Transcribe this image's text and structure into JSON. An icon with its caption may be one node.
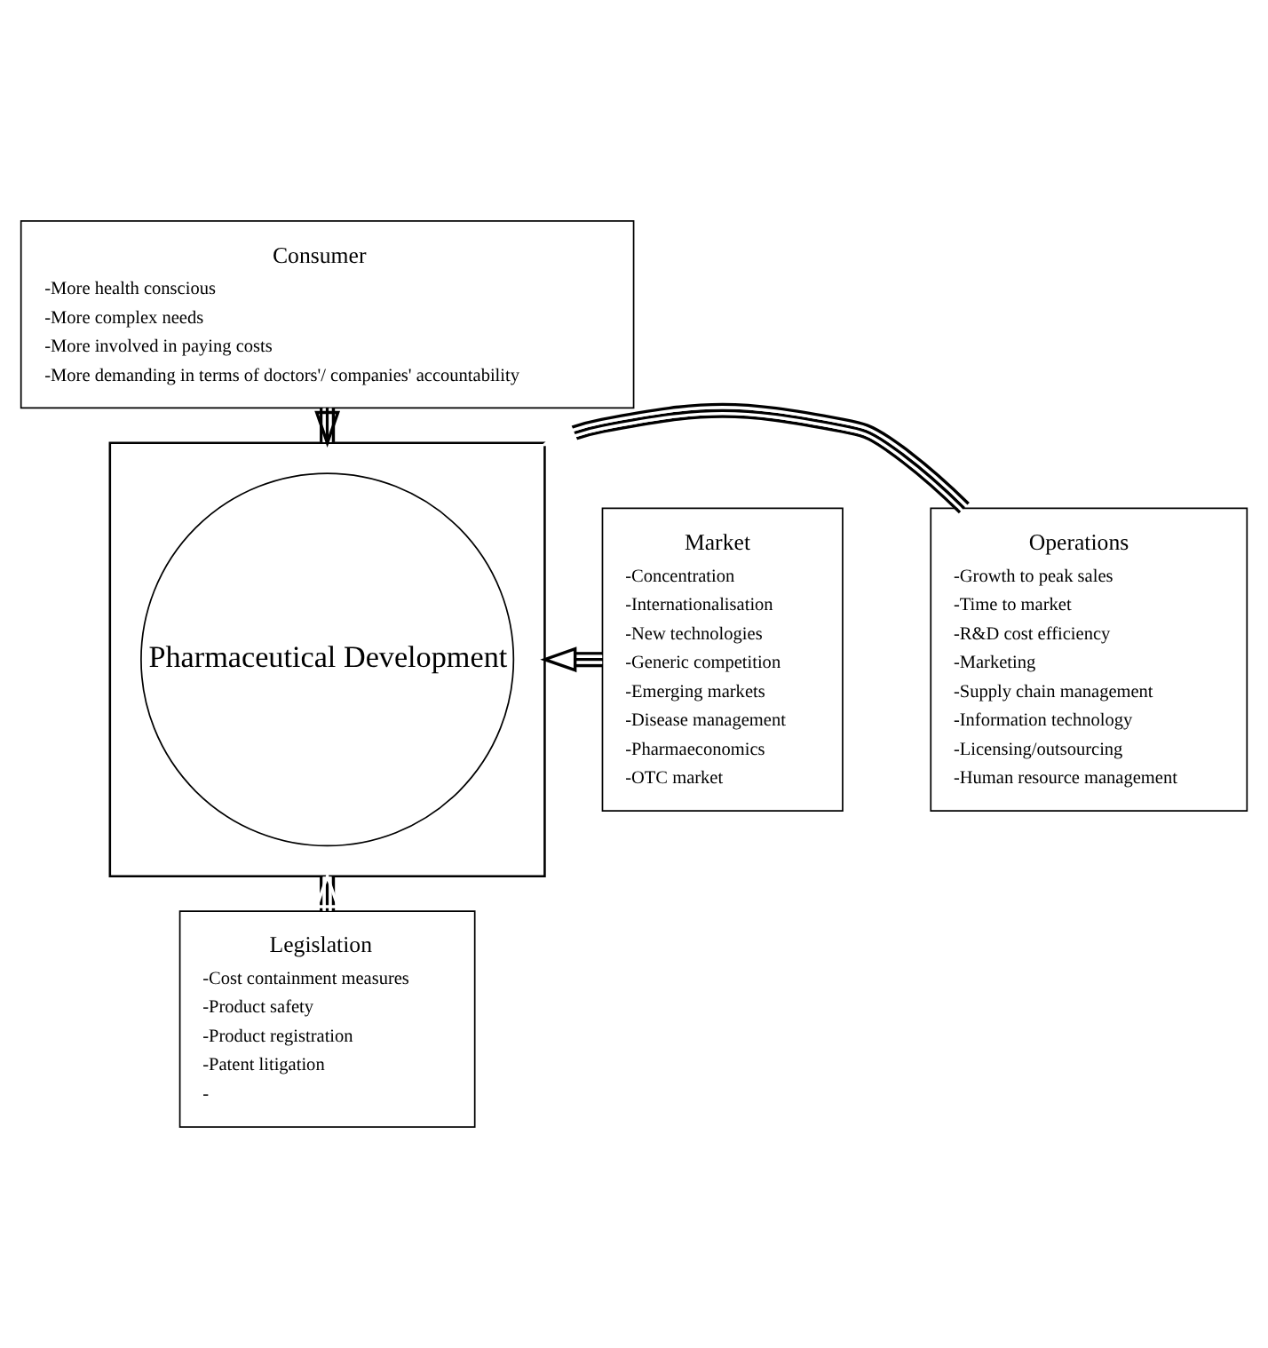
{
  "diagram": {
    "nodes": [
      {
        "text": [],
        "shape": "box"
      },
      {
        "text": [
          "Pharmaceutical Development"
        ],
        "in": 0
      },
      {
        "text": [
          "Consumer",
          "-More health conscious",
          "-More complex needs",
          "-More involved in paying costs",
          "-More demanding in terms of doctors'/ companies' accountability"
        ]
      },
      {
        "text": [
          "Market",
          "-Concentration",
          "-Internationalisation",
          "-New technologies",
          "-Generic competition",
          "-Emerging markets",
          "-Disease management",
          "-Pharmaeconomics",
          "-OTC market"
        ]
      },
      {
        "text": [
          "Operations",
          "-Growth to peak sales",
          "-Time to market",
          "-R&D cost efficiency",
          "-Marketing",
          "-Supply chain management",
          "-Information technology",
          "-Licensing/outsourcing",
          "-Human resource management"
        ]
      },
      {
        "text": [
          "Legislation",
          "-Cost containment measures",
          "-Product safety",
          "-Product registration",
          "-Patent litigation",
          "-"
        ]
      }
    ],
    "edges": [
      {
        "from": 2,
        "to": 0,
        "arrow": "to"
      },
      {
        "from": 3,
        "to": 0,
        "arrow": "to"
      },
      {
        "from": 4,
        "to": 0,
        "arrow": "to"
      },
      {
        "from": 5,
        "to": 0,
        "arrow": "to"
      }
    ]
  }
}
